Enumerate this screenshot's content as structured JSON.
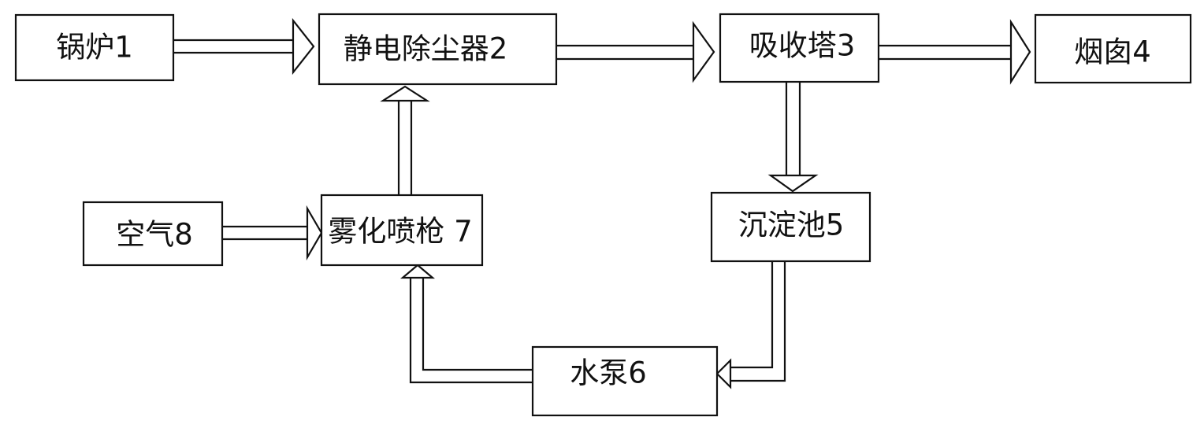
{
  "nodes": {
    "boiler": {
      "label": "锅炉1"
    },
    "electrostatic_precipitator": {
      "label": "静电除尘器2"
    },
    "absorption_tower": {
      "label": "吸收塔3"
    },
    "chimney": {
      "label": "烟囱4"
    },
    "sedimentation_tank": {
      "label": "沉淀池5"
    },
    "water_pump": {
      "label": "水泵6"
    },
    "atomizing_spray_gun": {
      "label": "雾化喷枪 7"
    },
    "air": {
      "label": "空气8"
    }
  },
  "flows": [
    {
      "from": "boiler",
      "to": "electrostatic_precipitator"
    },
    {
      "from": "electrostatic_precipitator",
      "to": "absorption_tower"
    },
    {
      "from": "absorption_tower",
      "to": "chimney"
    },
    {
      "from": "absorption_tower",
      "to": "sedimentation_tank"
    },
    {
      "from": "sedimentation_tank",
      "to": "water_pump"
    },
    {
      "from": "water_pump",
      "to": "atomizing_spray_gun"
    },
    {
      "from": "air",
      "to": "atomizing_spray_gun"
    },
    {
      "from": "atomizing_spray_gun",
      "to": "electrostatic_precipitator"
    }
  ],
  "colors": {
    "line": "#111111",
    "background": "#ffffff"
  }
}
